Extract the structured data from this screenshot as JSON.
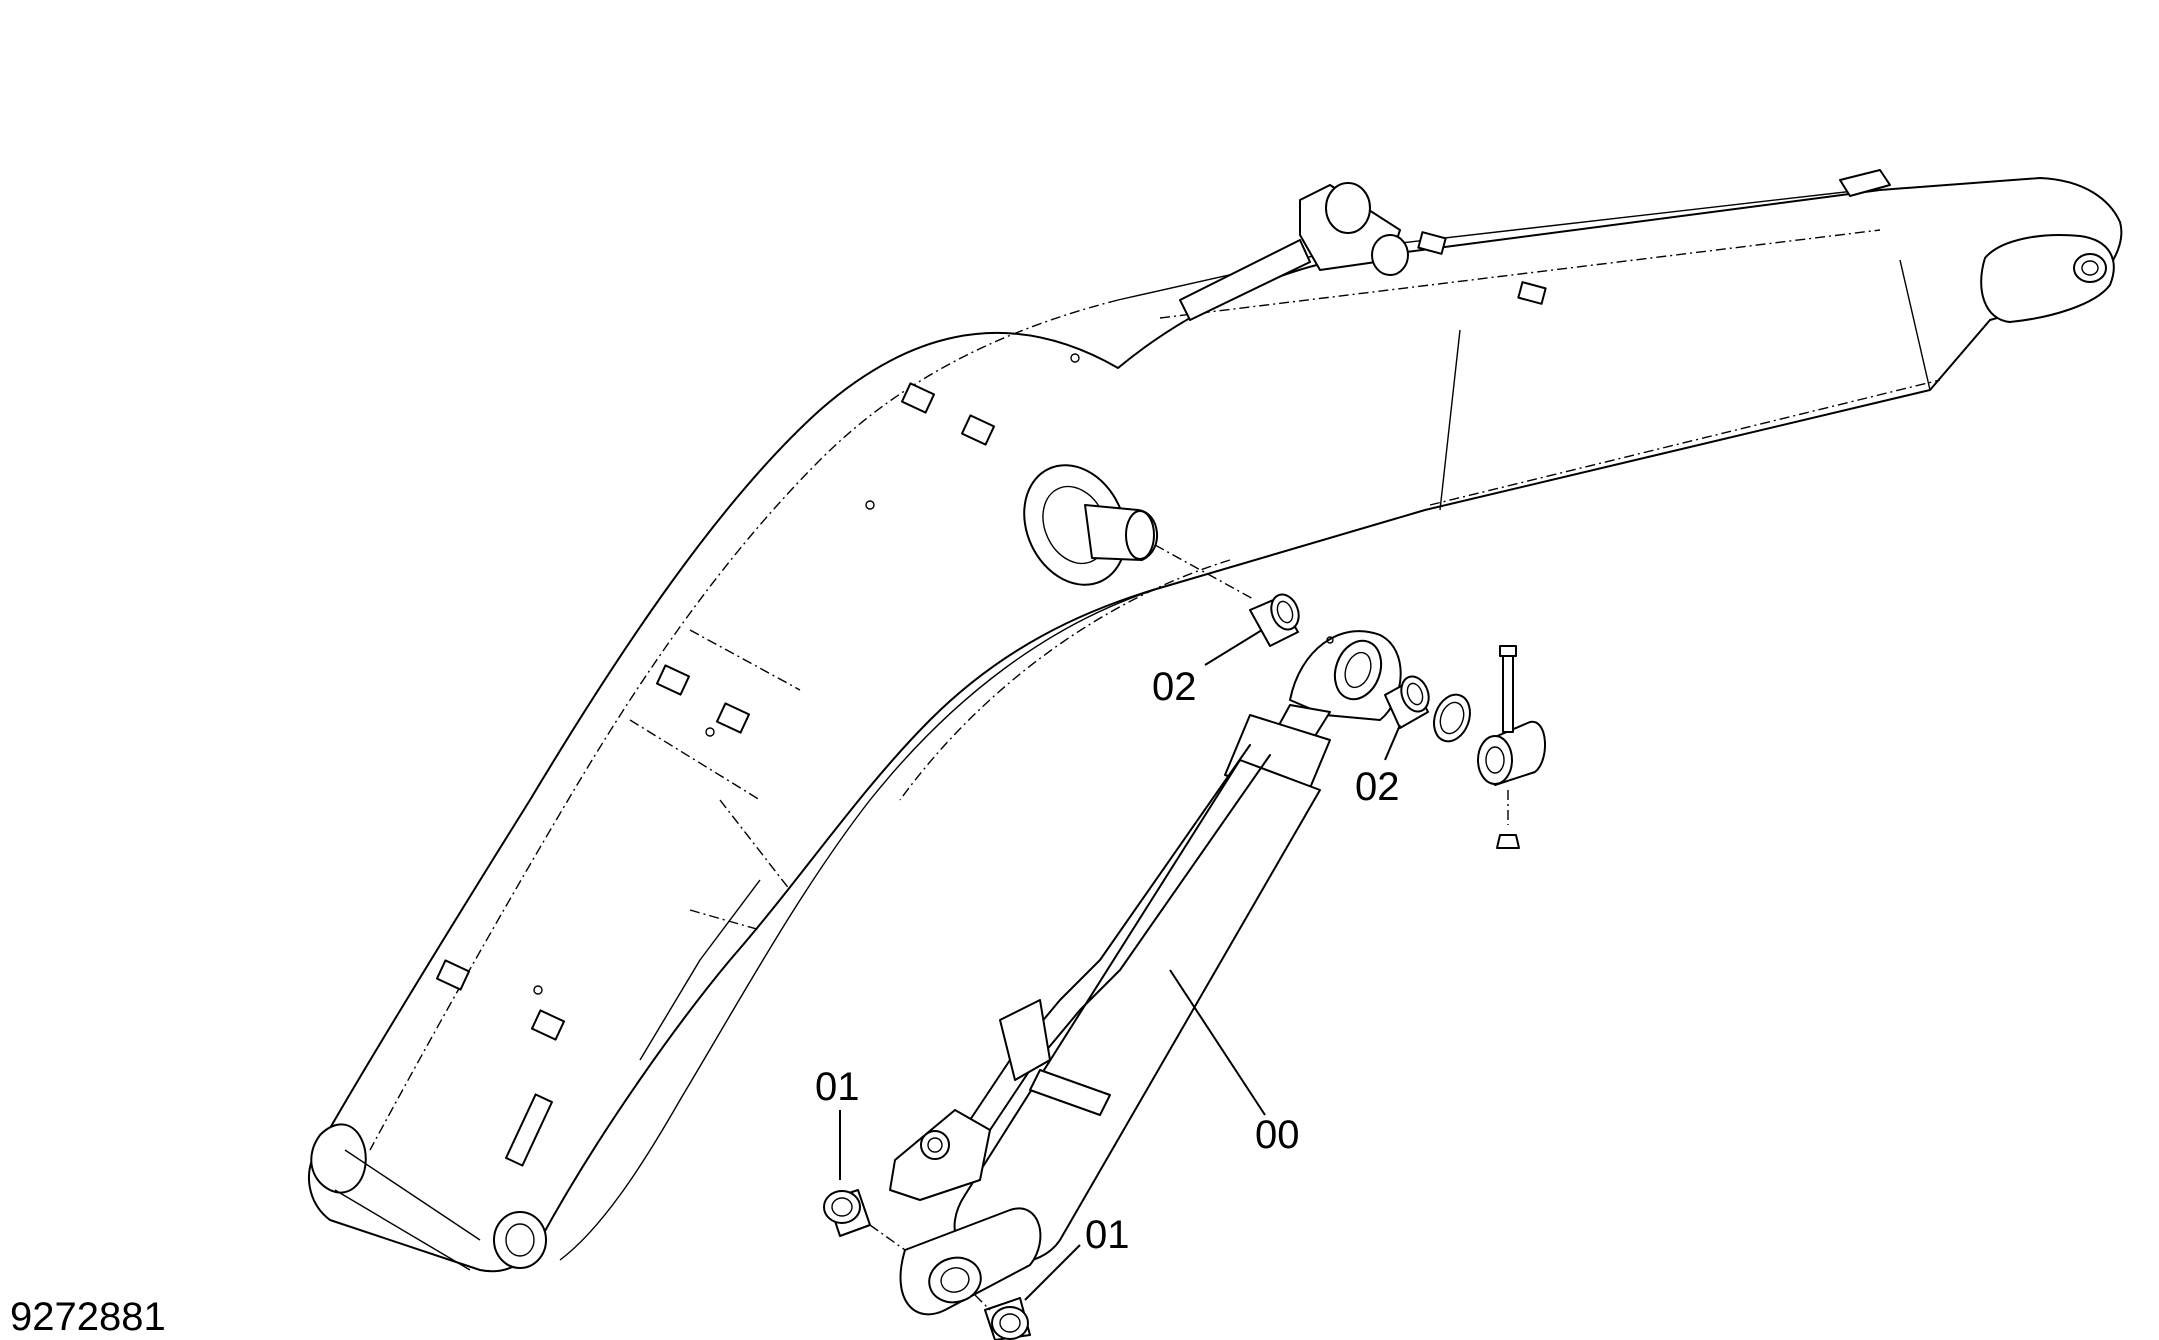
{
  "drawing_number": "9272881",
  "callouts": [
    {
      "id": "part-00",
      "text": "00"
    },
    {
      "id": "part-01-upper",
      "text": "01"
    },
    {
      "id": "part-01-lower",
      "text": "01"
    },
    {
      "id": "part-02-left",
      "text": "02"
    },
    {
      "id": "part-02-right",
      "text": "02"
    }
  ]
}
